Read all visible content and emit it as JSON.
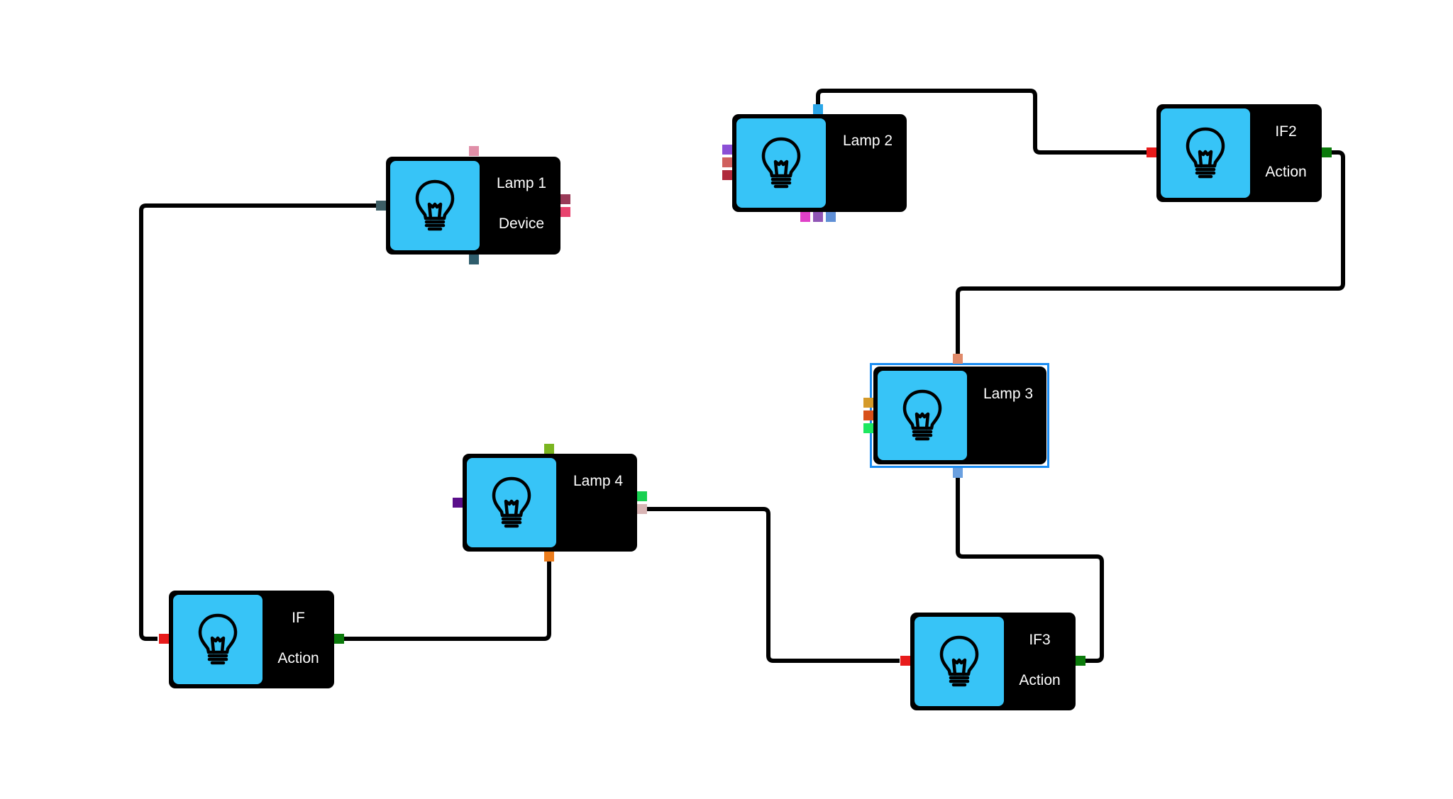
{
  "colors": {
    "canvas": "#ffffff",
    "node_body": "#000000",
    "node_tile": "#37c4f7",
    "link": "#000000",
    "selection": "#1a8cf2",
    "label": "#ffffff"
  },
  "icon": "light-bulb-icon",
  "nodes": {
    "lamp1": {
      "label": "Lamp 1",
      "sublabel": "Device"
    },
    "lamp2": {
      "label": "Lamp 2",
      "sublabel": ""
    },
    "if2": {
      "label": "IF2",
      "sublabel": "Action"
    },
    "lamp3": {
      "label": "Lamp 3",
      "sublabel": "",
      "selected": true
    },
    "lamp4": {
      "label": "Lamp 4",
      "sublabel": ""
    },
    "if1": {
      "label": "IF",
      "sublabel": "Action"
    },
    "if3": {
      "label": "IF3",
      "sublabel": "Action"
    }
  },
  "port_colors": {
    "lamp1": [
      "#e08fa8",
      "#9a3a58",
      "#e8436e",
      "#2f5d6c",
      "#3e5f66"
    ],
    "lamp2": [
      "#2aa6e8",
      "#8b4fd6",
      "#d0605e",
      "#b02a3c",
      "#e040c8",
      "#9055b5",
      "#5f8fd6"
    ],
    "if2": [
      "#e81b1b",
      "#0b7a0b"
    ],
    "lamp3": [
      "#e08a6a",
      "#d49a2a",
      "#d8501a",
      "#1ee860",
      "#6aa0e0"
    ],
    "lamp4": [
      "#7ab520",
      "#5a0f8a",
      "#18d050",
      "#d8b4b4",
      "#ec7c1c"
    ],
    "if1": [
      "#e81b1b",
      "#0b7a0b"
    ],
    "if3": [
      "#e81b1b",
      "#0b7a0b"
    ]
  },
  "links": [
    {
      "from": "lamp1",
      "to": "if1"
    },
    {
      "from": "lamp2",
      "to": "if2"
    },
    {
      "from": "if2",
      "to": "lamp3"
    },
    {
      "from": "lamp3",
      "to": "if3"
    },
    {
      "from": "if1",
      "to": "lamp4"
    },
    {
      "from": "lamp4",
      "to": "if3"
    }
  ]
}
